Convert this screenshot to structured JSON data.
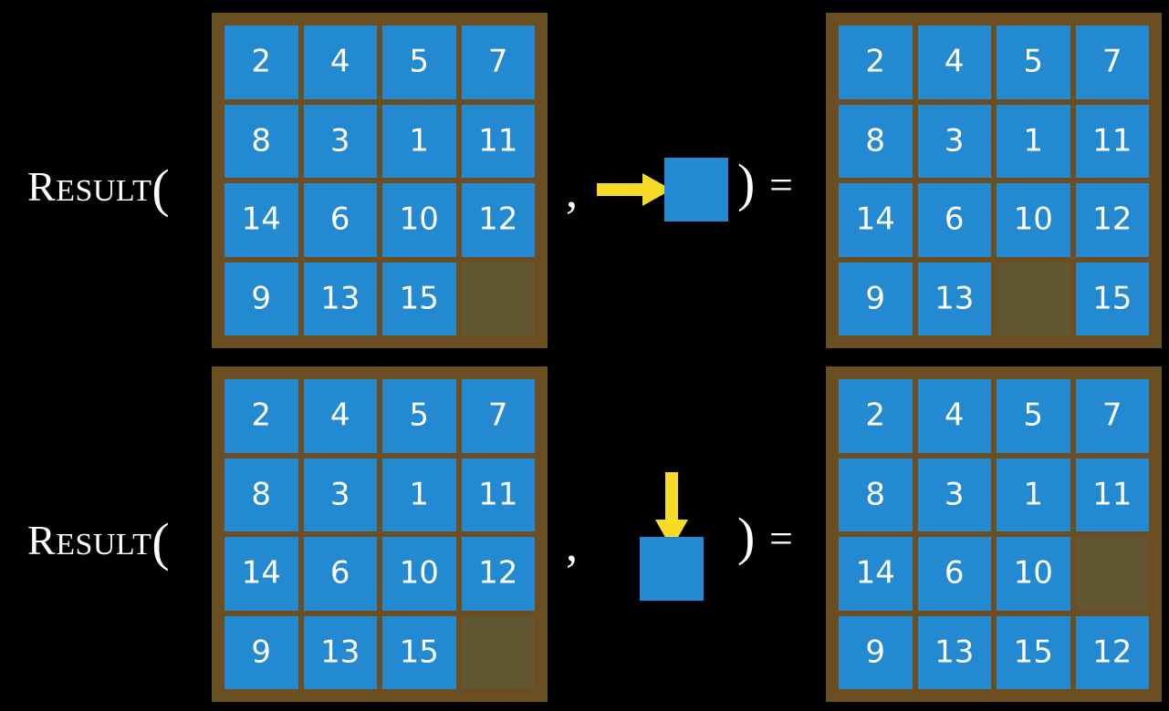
{
  "page": {
    "background_color": "#000000",
    "tile_color": "#2389d0",
    "board_color": "#6b4f23",
    "empty_cell_color": "#635733",
    "arrow_color": "#f5dc28",
    "text_color": "#ffffff"
  },
  "rows": [
    {
      "id": "row-1",
      "label": {
        "cap": "R",
        "rest": "ESULT",
        "open_paren": "(",
        "full": "RESULT("
      },
      "comma": ",",
      "close_paren": ")",
      "equals": "=",
      "action": {
        "name": "move-right",
        "arrow_icon": "arrow-right-icon",
        "arrow_direction": "right",
        "arrow_color": "#f5dc28",
        "tile_color": "#2389d0"
      },
      "input_board": {
        "name": "input-board-1",
        "grid": [
          [
            "2",
            "4",
            "5",
            "7"
          ],
          [
            "8",
            "3",
            "1",
            "11"
          ],
          [
            "14",
            "6",
            "10",
            "12"
          ],
          [
            "9",
            "13",
            "15",
            ""
          ]
        ]
      },
      "output_board": {
        "name": "output-board-1",
        "grid": [
          [
            "2",
            "4",
            "5",
            "7"
          ],
          [
            "8",
            "3",
            "1",
            "11"
          ],
          [
            "14",
            "6",
            "10",
            "12"
          ],
          [
            "9",
            "13",
            "",
            "15"
          ]
        ]
      }
    },
    {
      "id": "row-2",
      "label": {
        "cap": "R",
        "rest": "ESULT",
        "open_paren": "(",
        "full": "RESULT("
      },
      "comma": ",",
      "close_paren": ")",
      "equals": "=",
      "action": {
        "name": "move-down",
        "arrow_icon": "arrow-down-icon",
        "arrow_direction": "down",
        "arrow_color": "#f5dc28",
        "tile_color": "#2389d0"
      },
      "input_board": {
        "name": "input-board-2",
        "grid": [
          [
            "2",
            "4",
            "5",
            "7"
          ],
          [
            "8",
            "3",
            "1",
            "11"
          ],
          [
            "14",
            "6",
            "10",
            "12"
          ],
          [
            "9",
            "13",
            "15",
            ""
          ]
        ]
      },
      "output_board": {
        "name": "output-board-2",
        "grid": [
          [
            "2",
            "4",
            "5",
            "7"
          ],
          [
            "8",
            "3",
            "1",
            "11"
          ],
          [
            "14",
            "6",
            "10",
            ""
          ],
          [
            "9",
            "13",
            "15",
            "12"
          ]
        ]
      }
    }
  ]
}
